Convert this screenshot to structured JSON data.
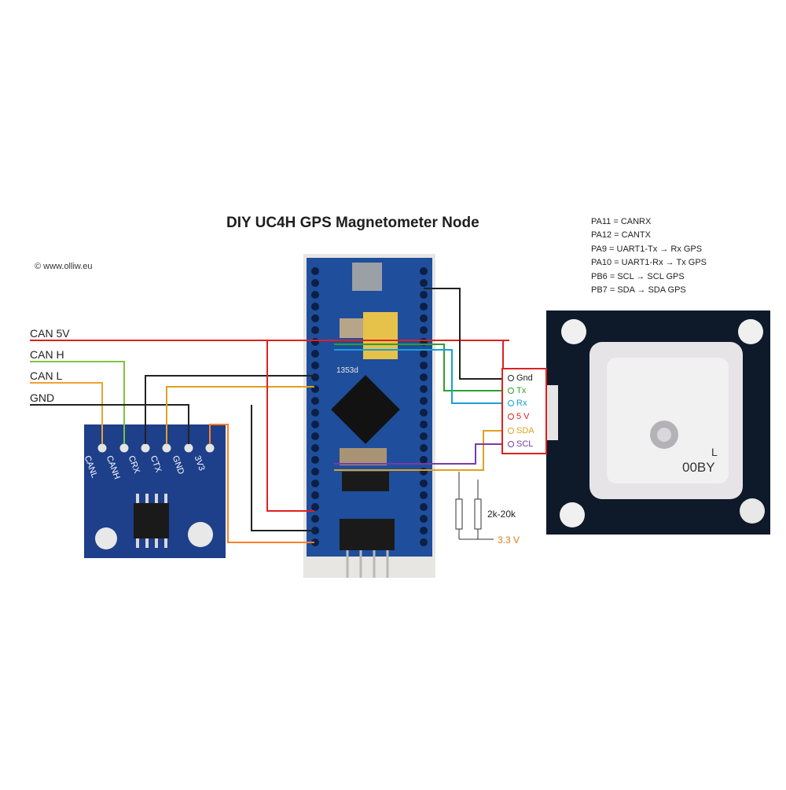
{
  "title": "DIY UC4H GPS Magnetometer Node",
  "copyright": "© www.olliw.eu",
  "bus_labels": [
    "CAN 5V",
    "CAN H",
    "CAN L",
    "GND"
  ],
  "pin_mapping": [
    "PA11 = CANRX",
    "PA12 = CANTX",
    "PA9   = UART1-Tx → Rx GPS",
    "PA10 = UART1-Rx → Tx GPS",
    "PB6   = SCL → SCL GPS",
    "PB7   = SDA  → SDA GPS"
  ],
  "gps_connector": [
    {
      "label": "Gnd",
      "color": "#222222"
    },
    {
      "label": "Tx",
      "color": "#2ea02e"
    },
    {
      "label": "Rx",
      "color": "#1a9fd6"
    },
    {
      "label": "5 V",
      "color": "#e02020"
    },
    {
      "label": "SDA",
      "color": "#e0a020"
    },
    {
      "label": "SCL",
      "color": "#7a3aa8"
    }
  ],
  "can_module_pins": [
    "CANL",
    "CANH",
    "CRX",
    "CTX",
    "GND",
    "3V3"
  ],
  "resistor_label": "2k-20k",
  "supply_label": "3.3 V",
  "gps_module": {
    "text1": "L",
    "text2": "00BY"
  },
  "mcu_chip": "1353d",
  "colors": {
    "can5v": "#e02020",
    "canh": "#7fc241",
    "canl": "#f0a030",
    "gnd": "#222222",
    "tx": "#2ea02e",
    "rx": "#1a9fd6",
    "sda": "#e0a020",
    "scl": "#7a3aa8",
    "v33": "#e07b1a",
    "pcb_blue": "#1f4e9c",
    "gps_pcb": "#0e1a2a"
  }
}
